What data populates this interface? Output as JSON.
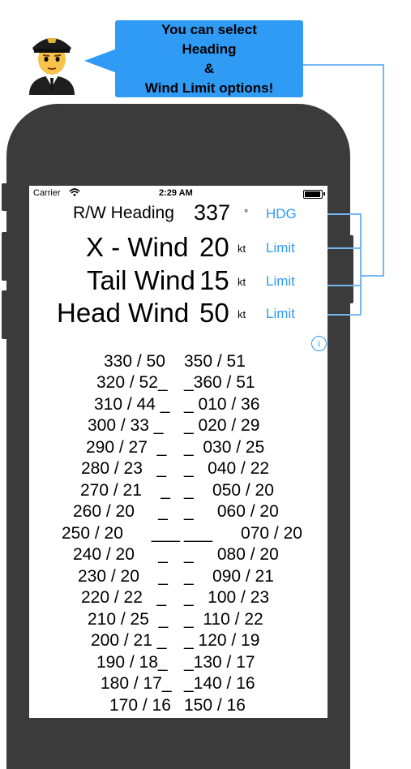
{
  "callout": {
    "line1": "You can select",
    "line2": "Heading",
    "line3": "&",
    "line4": "Wind Limit options!"
  },
  "status": {
    "carrier": "Carrier",
    "time": "2:29 AM"
  },
  "heading": {
    "label": "R/W Heading",
    "value": "337",
    "unit": "°",
    "button": "HDG"
  },
  "xwind": {
    "label": "X - Wind",
    "value": "20",
    "unit": "kt",
    "button": "Limit"
  },
  "tailwind": {
    "label": "Tail Wind",
    "value": "15",
    "unit": "kt",
    "button": "Limit"
  },
  "headwind": {
    "label": "Head Wind",
    "value": "50",
    "unit": "kt",
    "button": "Limit"
  },
  "pairs": [
    {
      "left": "330 / 50",
      "mid": "",
      "right": "350 / 51"
    },
    {
      "left": "320 / 52_",
      "mid": "",
      "right": "_360 / 51"
    },
    {
      "left": "310 / 44 _",
      "mid": "",
      "right": "_ 010 / 36"
    },
    {
      "left": "300 / 33 _",
      "mid": "",
      "right": "_ 020 / 29"
    },
    {
      "left": "290 / 27  _",
      "mid": "",
      "right": "_  030 / 25"
    },
    {
      "left": "280 / 23   _",
      "mid": "",
      "right": "_   040 / 22"
    },
    {
      "left": "270 / 21    _",
      "mid": "",
      "right": "_    050 / 20"
    },
    {
      "left": "260 / 20     _",
      "mid": "",
      "right": "_     060 / 20"
    },
    {
      "left": "250 / 20      ___",
      "mid": "",
      "right": "___      070 / 20"
    },
    {
      "left": "240 / 20     _",
      "mid": "",
      "right": "_     080 / 20"
    },
    {
      "left": "230 / 20    _",
      "mid": "",
      "right": "_    090 / 21"
    },
    {
      "left": "220 / 22   _",
      "mid": "",
      "right": "_   100 / 23"
    },
    {
      "left": "210 / 25  _",
      "mid": "",
      "right": "_  110 / 22"
    },
    {
      "left": "200 / 21 _",
      "mid": "",
      "right": "_ 120 / 19"
    },
    {
      "left": "190 / 18_",
      "mid": "",
      "right": "_130 / 17"
    },
    {
      "left": "180 / 17_",
      "mid": "",
      "right": "_140 / 16"
    },
    {
      "left": "170 / 16",
      "mid": "",
      "right": "150 / 16"
    }
  ],
  "colors": {
    "accent": "#2f9bf4",
    "phone": "#3b3b3b"
  }
}
